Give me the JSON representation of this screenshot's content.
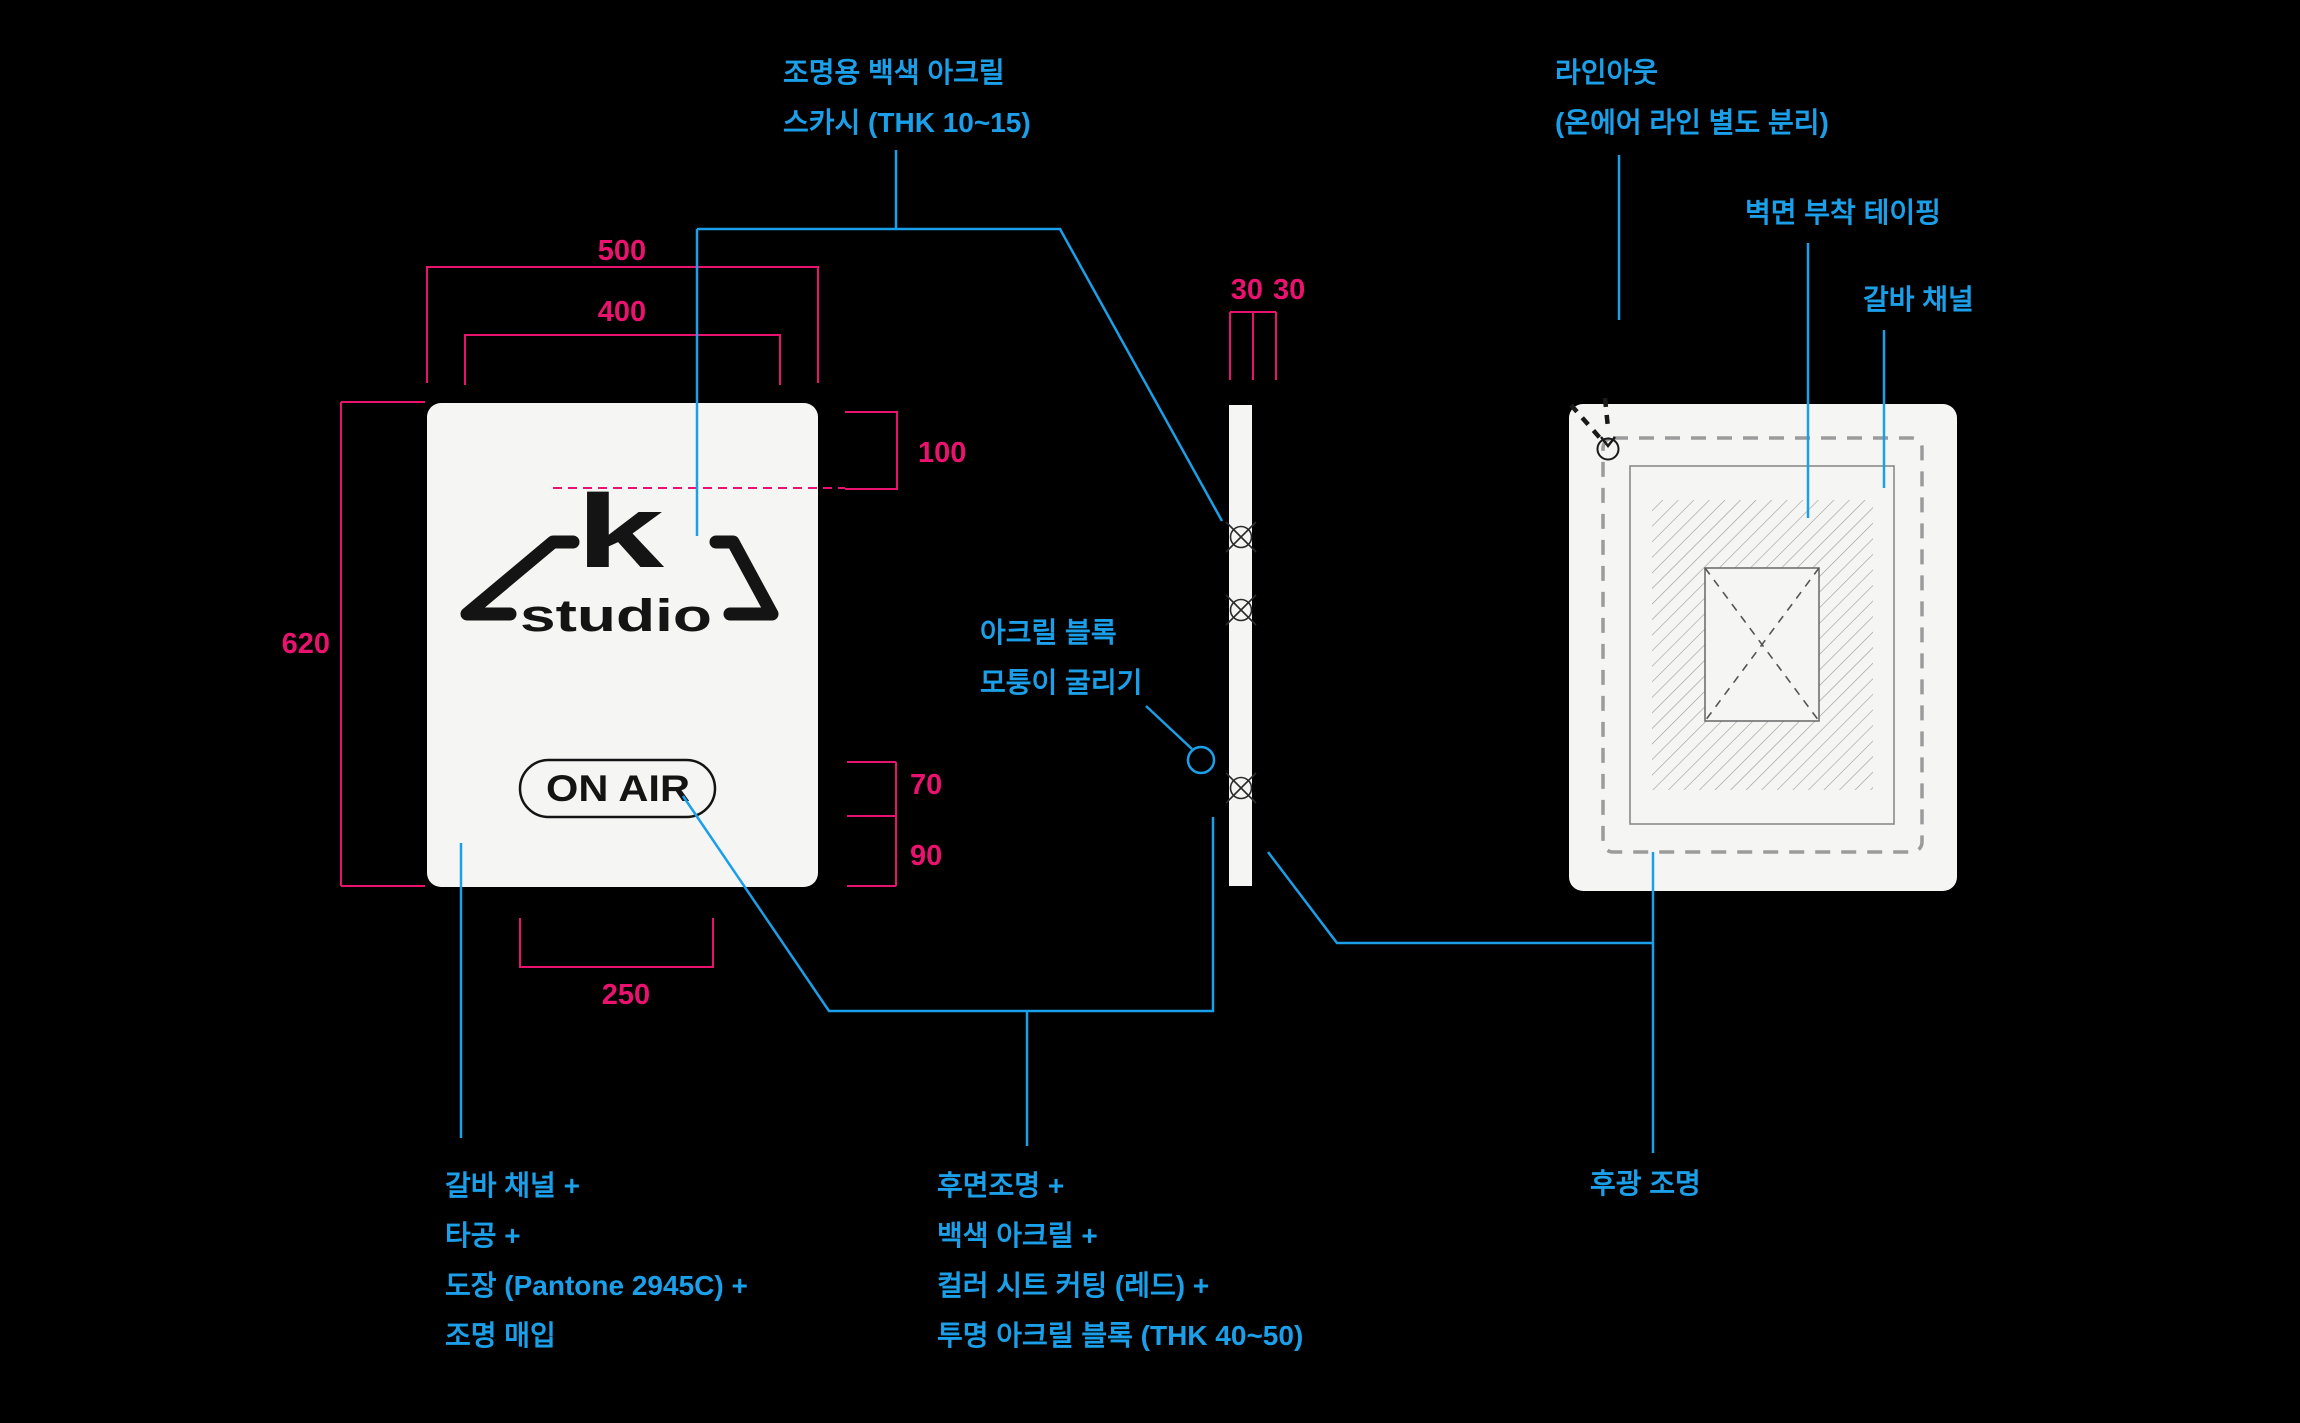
{
  "colors": {
    "background": "#000000",
    "annotation_blue": "#1A9FE8",
    "dimension_magenta": "#E9126E",
    "panel_white": "#F5F5F4",
    "ink_black": "#141414",
    "taping_gray": "#9B9B9B"
  },
  "labels": {
    "spec_light_acrylic": {
      "line1": "조명용 백색 아크릴",
      "line2": "스카시 (THK 10~15)"
    },
    "lineout": {
      "line1": "라인아웃",
      "line2": "(온에어 라인 별도 분리)"
    },
    "wall_taping": "벽면 부착 테이핑",
    "galv_channel": "갈바 채널",
    "acrylic_block": {
      "line1": "아크릴 블록",
      "line2": "모퉁이 굴리기"
    },
    "halo_light": "후광 조명",
    "front_materials": [
      "갈바 채널 +",
      "타공 +",
      "도장 (Pantone 2945C) +",
      "조명 매입"
    ],
    "side_materials": [
      "후면조명 +",
      "백색 아크릴 +",
      "컬러 시트 커팅 (레드) +",
      "투명 아크릴 블록 (THK 40~50)"
    ]
  },
  "dimensions": {
    "outer_width": "500",
    "inner_width": "400",
    "height": "620",
    "logo_top_offset": "100",
    "badge_height": "70",
    "badge_to_bottom": "90",
    "badge_width": "250",
    "block_thickness_a": "30",
    "block_thickness_b": "30"
  },
  "sign": {
    "logo_k": "k",
    "logo_studio": "studio",
    "badge_label": "ON AIR"
  }
}
